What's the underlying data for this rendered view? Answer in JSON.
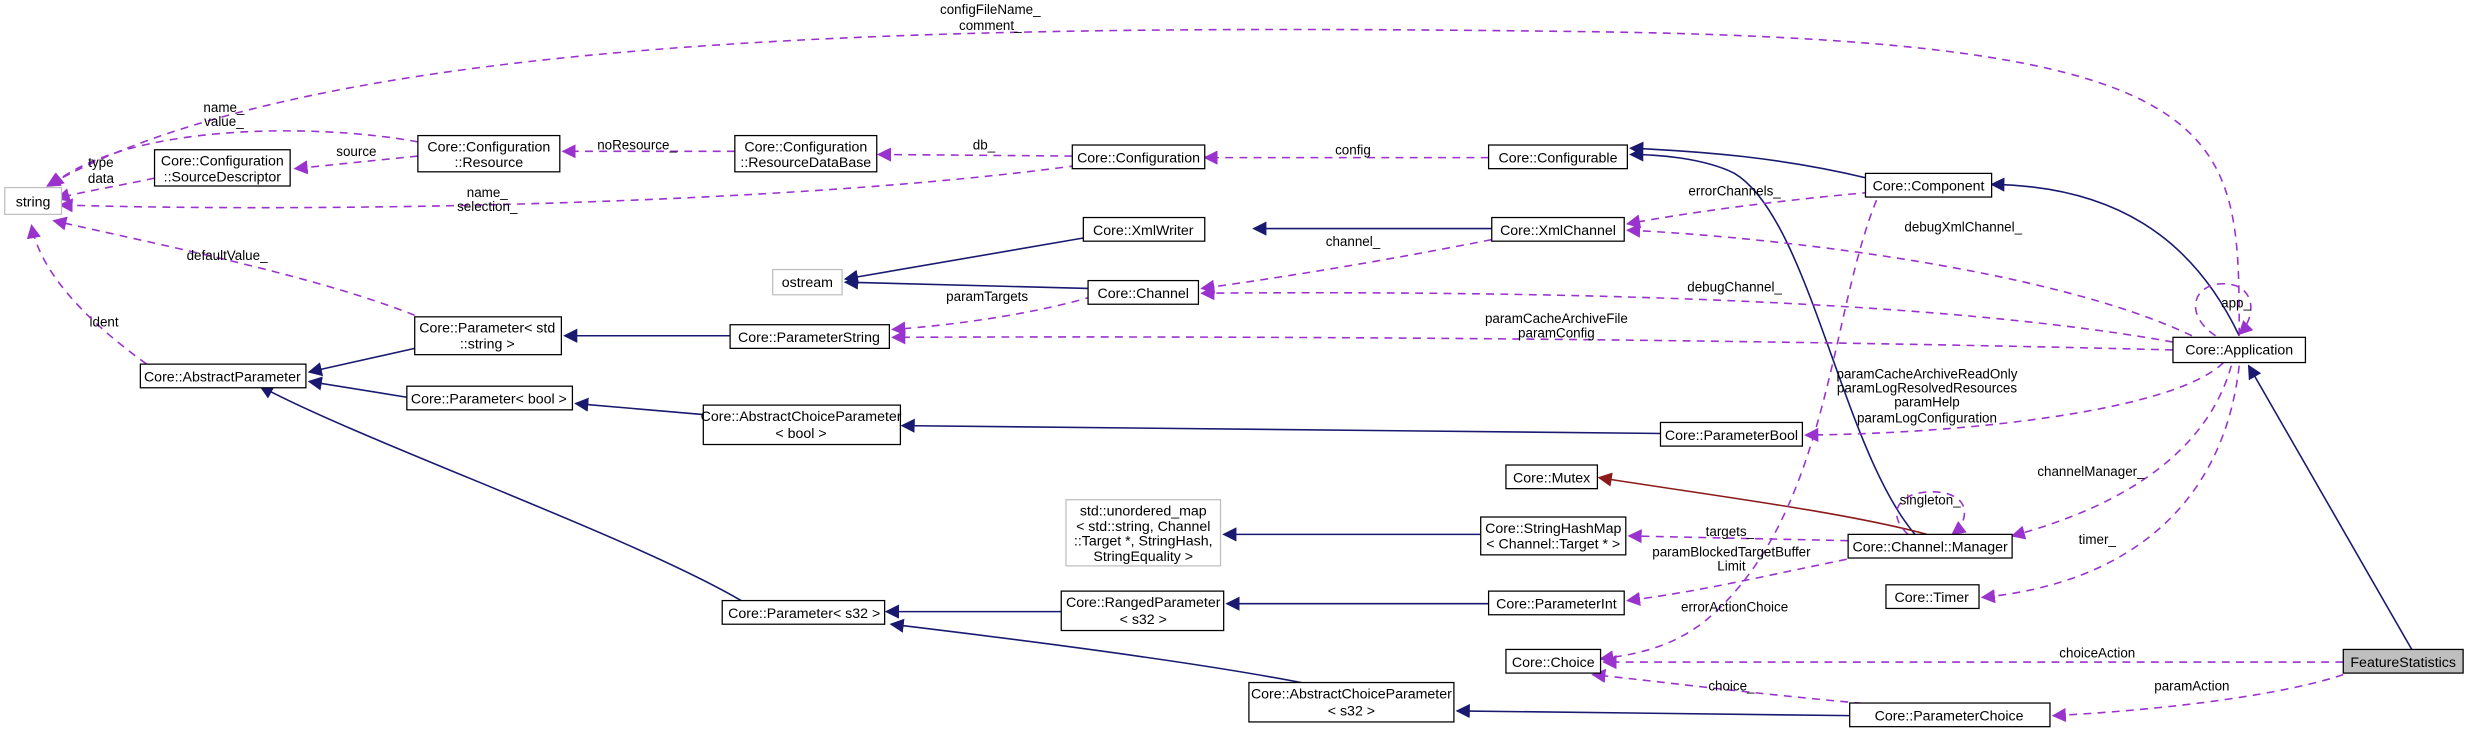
{
  "colors": {
    "inheritance": "#191970",
    "usage": "#9a32cd",
    "private": "#8b1a1a",
    "node_border": "#000000",
    "external_border": "#bfbfbf",
    "highlight_fill": "#bfbfbf"
  },
  "nodes": {
    "string": {
      "lines": [
        "string"
      ]
    },
    "source_descriptor": {
      "lines": [
        "Core::Configuration",
        "::SourceDescriptor"
      ]
    },
    "resource": {
      "lines": [
        "Core::Configuration",
        "::Resource"
      ]
    },
    "resource_db": {
      "lines": [
        "Core::Configuration",
        "::ResourceDataBase"
      ]
    },
    "configuration": {
      "lines": [
        "Core::Configuration"
      ]
    },
    "configurable": {
      "lines": [
        "Core::Configurable"
      ]
    },
    "component": {
      "lines": [
        "Core::Component"
      ]
    },
    "xml_writer": {
      "lines": [
        "Core::XmlWriter"
      ]
    },
    "xml_channel": {
      "lines": [
        "Core::XmlChannel"
      ]
    },
    "ostream": {
      "lines": [
        "ostream"
      ]
    },
    "channel": {
      "lines": [
        "Core::Channel"
      ]
    },
    "param_string": {
      "lines": [
        "Core::ParameterString"
      ]
    },
    "param_std_string": {
      "lines": [
        "Core::Parameter< std",
        "::string >"
      ]
    },
    "abstract_param": {
      "lines": [
        "Core::AbstractParameter"
      ]
    },
    "application": {
      "lines": [
        "Core::Application"
      ]
    },
    "param_bool_t": {
      "lines": [
        "Core::Parameter< bool >"
      ]
    },
    "abs_choice_bool": {
      "lines": [
        "Core::AbstractChoiceParameter",
        "< bool >"
      ]
    },
    "param_bool": {
      "lines": [
        "Core::ParameterBool"
      ]
    },
    "mutex": {
      "lines": [
        "Core::Mutex"
      ]
    },
    "unordered_map": {
      "lines": [
        "std::unordered_map",
        "< std::string, Channel",
        "::Target *, StringHash,",
        "StringEquality >"
      ]
    },
    "string_hash_map": {
      "lines": [
        "Core::StringHashMap",
        "< Channel::Target * >"
      ]
    },
    "channel_manager": {
      "lines": [
        "Core::Channel::Manager"
      ]
    },
    "timer": {
      "lines": [
        "Core::Timer"
      ]
    },
    "param_s32": {
      "lines": [
        "Core::Parameter< s32 >"
      ]
    },
    "ranged_param": {
      "lines": [
        "Core::RangedParameter",
        "< s32 >"
      ]
    },
    "param_int": {
      "lines": [
        "Core::ParameterInt"
      ]
    },
    "choice": {
      "lines": [
        "Core::Choice"
      ]
    },
    "abs_choice_s32": {
      "lines": [
        "Core::AbstractChoiceParameter",
        "< s32 >"
      ]
    },
    "param_choice": {
      "lines": [
        "Core::ParameterChoice"
      ]
    },
    "feature_statistics": {
      "lines": [
        "FeatureStatistics"
      ]
    }
  },
  "edge_labels": {
    "config_file_name": [
      "configFileName_",
      "comment_"
    ],
    "name_value": [
      "name_",
      "value_"
    ],
    "type_data": [
      "type",
      "data"
    ],
    "source": [
      "source"
    ],
    "no_resource": [
      "noResource_"
    ],
    "db": [
      "db_"
    ],
    "config": [
      "config"
    ],
    "name_selection": [
      "name_",
      "selection_"
    ],
    "error_channels": [
      "errorChannels_"
    ],
    "default_value": [
      "defaultValue_"
    ],
    "channel": [
      "channel_"
    ],
    "debug_xml_channel": [
      "debugXmlChannel_"
    ],
    "app": [
      "app_"
    ],
    "debug_channel": [
      "debugChannel_"
    ],
    "ident": [
      "ident"
    ],
    "param_targets": [
      "paramTargets"
    ],
    "param_cache_archive_file": [
      "paramCacheArchiveFile",
      "paramConfig"
    ],
    "param_cache_read_only": [
      "paramCacheArchiveReadOnly",
      "paramLogResolvedResources",
      "paramHelp",
      "paramLogConfiguration"
    ],
    "singleton": [
      "singleton_"
    ],
    "channel_manager": [
      "channelManager_"
    ],
    "targets": [
      "targets_"
    ],
    "param_blocked": [
      "paramBlockedTargetBuffer",
      "Limit"
    ],
    "timer": [
      "timer_"
    ],
    "error_action_choice": [
      "errorActionChoice"
    ],
    "choice_action": [
      "choiceAction"
    ],
    "choice": [
      "choice_"
    ],
    "param_action": [
      "paramAction"
    ]
  }
}
